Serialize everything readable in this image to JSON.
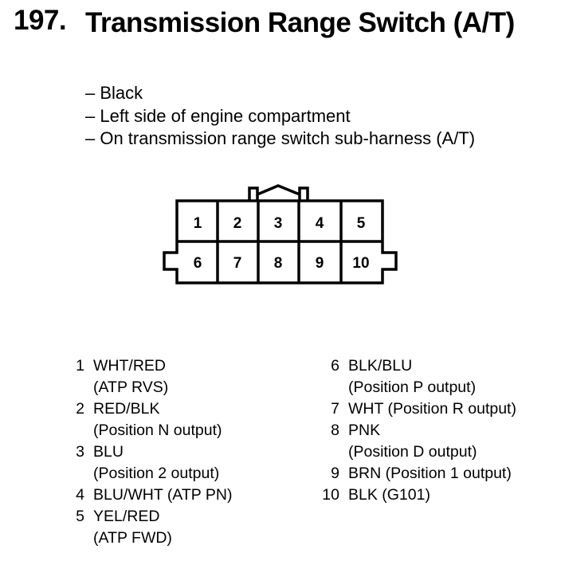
{
  "header": {
    "number": "197.",
    "title": "Transmission Range Switch (A/T)"
  },
  "notes": [
    "– Black",
    "– Left side of engine compartment",
    "– On transmission range switch sub-harness (A/T)"
  ],
  "connector": {
    "pins_top": [
      "1",
      "2",
      "3",
      "4",
      "5"
    ],
    "pins_bottom": [
      "6",
      "7",
      "8",
      "9",
      "10"
    ]
  },
  "pinout_left": [
    {
      "num": "1",
      "lines": [
        "WHT/RED",
        "(ATP RVS)"
      ]
    },
    {
      "num": "2",
      "lines": [
        "RED/BLK",
        "(Position N output)"
      ]
    },
    {
      "num": "3",
      "lines": [
        "BLU",
        "(Position 2 output)"
      ]
    },
    {
      "num": "4",
      "lines": [
        "BLU/WHT (ATP PN)"
      ]
    },
    {
      "num": "5",
      "lines": [
        "YEL/RED",
        "(ATP FWD)"
      ]
    }
  ],
  "pinout_right": [
    {
      "num": "6",
      "lines": [
        "BLK/BLU",
        "(Position P output)"
      ]
    },
    {
      "num": "7",
      "lines": [
        "WHT (Position R output)"
      ]
    },
    {
      "num": "8",
      "lines": [
        "PNK",
        "(Position D output)"
      ]
    },
    {
      "num": "9",
      "lines": [
        "BRN (Position 1 output)"
      ]
    },
    {
      "num": "10",
      "lines": [
        "BLK (G101)"
      ]
    }
  ]
}
